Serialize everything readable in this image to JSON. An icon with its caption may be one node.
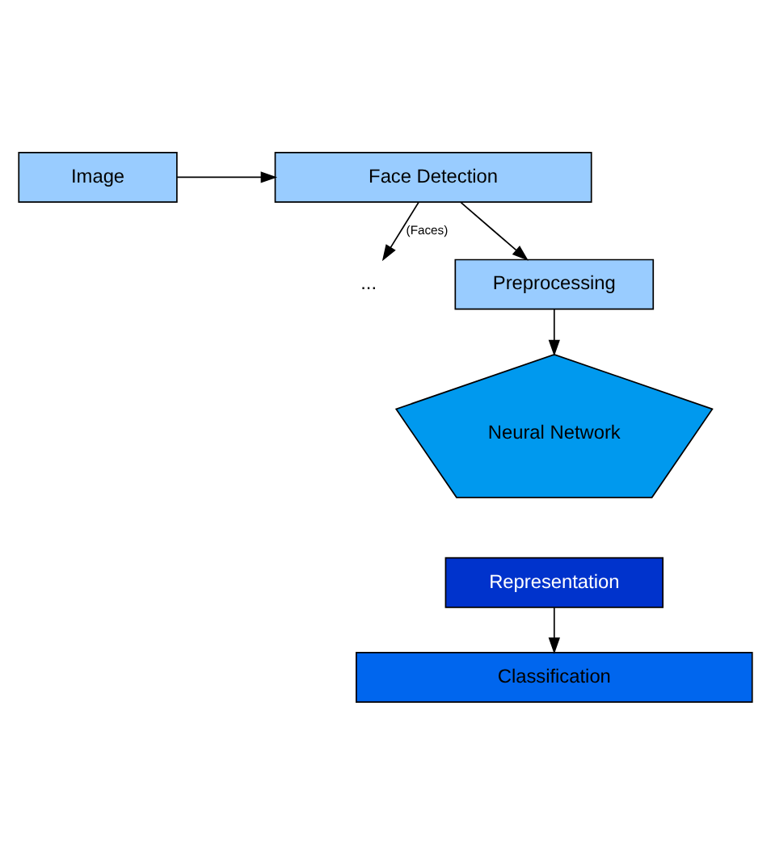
{
  "diagram": {
    "nodes": [
      {
        "text": [
          "Image"
        ]
      },
      {
        "text": [
          "Face Detection"
        ]
      },
      {
        "text": [
          "..."
        ]
      },
      {
        "text": [
          "Preprocessing"
        ]
      },
      {
        "text": [
          "Neural Network"
        ]
      },
      {
        "text": [
          "Representation"
        ]
      },
      {
        "text": [
          "Classification"
        ]
      }
    ],
    "edges": [
      {
        "from": 0,
        "to": 1,
        "arrow": "to"
      },
      {
        "from": 1,
        "to": 2,
        "arrow": "to",
        "label": "(Faces)"
      },
      {
        "from": 1,
        "to": 3,
        "arrow": "to"
      },
      {
        "from": 3,
        "to": 4,
        "arrow": "to"
      },
      {
        "from": 5,
        "to": 6,
        "arrow": "to"
      }
    ]
  }
}
